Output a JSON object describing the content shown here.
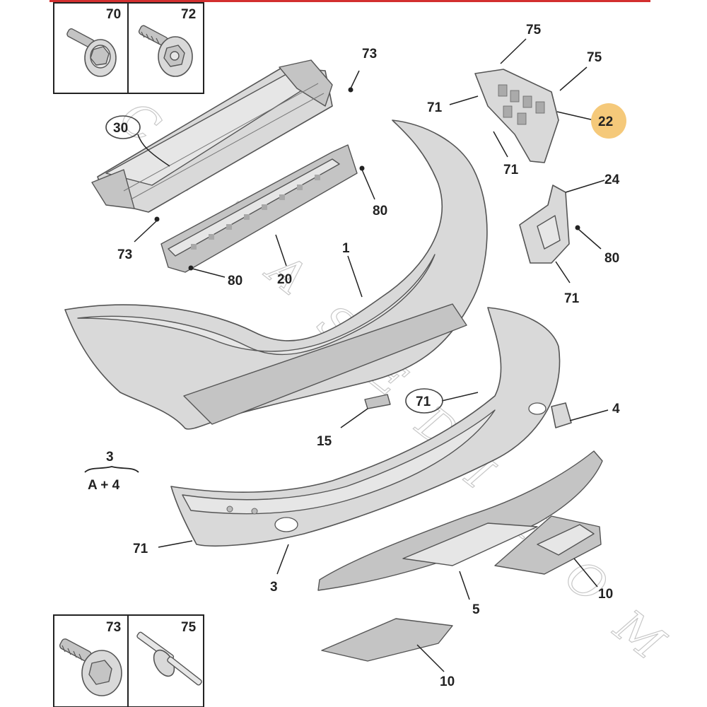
{
  "top_bar_color": "#d32f2f",
  "highlight_color": "#f5c97a",
  "watermark": "C E Y A S E D I P O M",
  "hardware_boxes": {
    "top": [
      {
        "label": "70",
        "icon": "flange-bolt-icon"
      },
      {
        "label": "72",
        "icon": "flange-bolt-icon"
      }
    ],
    "bottom": [
      {
        "label": "73",
        "icon": "flange-bolt-icon"
      },
      {
        "label": "75",
        "icon": "push-rivet-icon"
      }
    ]
  },
  "callouts": {
    "c73a": "73",
    "c30": "30",
    "c73b": "73",
    "c80a": "80",
    "c80b": "80",
    "c20": "20",
    "c1": "1",
    "c75a": "75",
    "c75b": "75",
    "c71a": "71",
    "c22": "22",
    "c71b": "71",
    "c24": "24",
    "c80c": "80",
    "c71c": "71",
    "c71d": "71",
    "c4": "4",
    "c15": "15",
    "c71e": "71",
    "c3": "3",
    "c5": "5",
    "c10a": "10",
    "c10b": "10"
  },
  "kit_note": {
    "number": "3",
    "formula": "A + 4"
  }
}
